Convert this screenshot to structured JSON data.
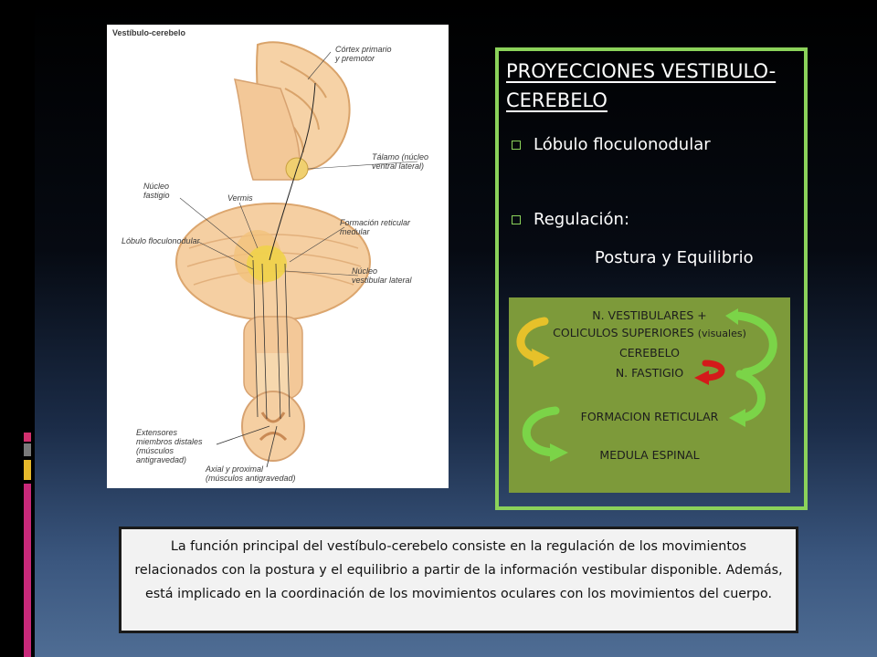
{
  "figure": {
    "title": "Vestíbulo-cerebelo",
    "labels": {
      "cortex": "Córtex primario\ny premotor",
      "talamo": "Tálamo (núcleo\nventral lateral)",
      "fastigio": "Núcleo\nfastigio",
      "vermis": "Vermis",
      "formacion": "Formación reticular\nmedular",
      "lobulo": "Lóbulo floculonodular",
      "vestibular": "Núcleo\nvestibular lateral",
      "extensores": "Extensores\nmiembros distales\n(músculos\nantigravedad)",
      "axial": "Axial y proximal\n(músculos antigravedad)"
    }
  },
  "panel": {
    "title": "PROYECCIONES VESTIBULO-CEREBELO",
    "bullets": [
      "Lóbulo floculonodular",
      "Regulación:"
    ],
    "sub": "Postura y Equilibrio"
  },
  "flow": {
    "line1": "N. VESTIBULARES +",
    "line2_main": "COLICULOS SUPERIORES ",
    "line2_small": "(visuales)",
    "line3": "CEREBELO",
    "line4": "N. FASTIGIO",
    "line5": "FORMACION RETICULAR",
    "line6": "MEDULA ESPINAL"
  },
  "caption": "La función principal del vestíbulo-cerebelo consiste en la regulación de los movimientos relacionados con la postura y el equilibrio a partir de la información vestibular disponible. Además, está implicado en la coordinación de los movimientos oculares con los movimientos del cuerpo.",
  "colors": {
    "panel_border": "#8bd25a",
    "flow_bg": "#7d9a3a",
    "arrow_yellow": "#e6c12a",
    "arrow_green": "#7bd448",
    "arrow_red": "#d41a1a"
  }
}
